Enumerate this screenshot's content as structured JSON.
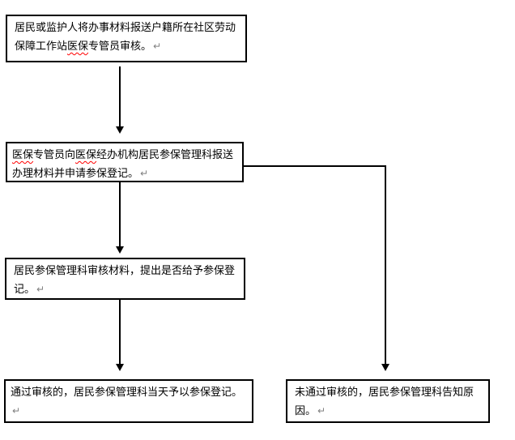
{
  "diagram": {
    "type": "flowchart",
    "language": "zh-CN",
    "background": "#ffffff",
    "colors": {
      "box_border": "#000000",
      "text": "#000000",
      "connector": "#000000",
      "spellcheck_underline": "#ff0000",
      "paragraph_mark": "#808080"
    }
  },
  "boxes": [
    {
      "id": "step-1",
      "segments": [
        {
          "text": "居民或监护人将办事材料报送户籍所在社区劳动保障工作站",
          "spellcheck": false
        },
        {
          "text": "医保",
          "spellcheck": true
        },
        {
          "text": "专管员审核。",
          "spellcheck": false
        }
      ],
      "paragraph_mark": "↵"
    },
    {
      "id": "step-2",
      "segments": [
        {
          "text": "医保",
          "spellcheck": true
        },
        {
          "text": "专管员向",
          "spellcheck": false
        },
        {
          "text": "医保",
          "spellcheck": true
        },
        {
          "text": "经办机构居民参保管理科报送办理材料并申请参保登记。",
          "spellcheck": false
        }
      ],
      "paragraph_mark": "↵"
    },
    {
      "id": "step-3",
      "segments": [
        {
          "text": "居民参保管理科审核材料，提出是否给予参保登记。",
          "spellcheck": false
        }
      ],
      "paragraph_mark": "↵"
    },
    {
      "id": "step-4",
      "segments": [
        {
          "text": "通过审核的，居民参保管理科当天予以参保登记。",
          "spellcheck": false
        }
      ],
      "paragraph_mark": "↵"
    },
    {
      "id": "step-5",
      "segments": [
        {
          "text": "未通过审核的，居民参保管理科告知原因。",
          "spellcheck": false
        }
      ],
      "paragraph_mark": "↵"
    }
  ],
  "connectors": [
    {
      "from": "step-1",
      "to": "step-2",
      "shape": "straight-down-arrow"
    },
    {
      "from": "step-2",
      "to": "step-3",
      "shape": "straight-down-arrow"
    },
    {
      "from": "step-3",
      "to": "step-4",
      "shape": "straight-down-arrow"
    },
    {
      "from": "step-2",
      "to": "step-5",
      "shape": "right-then-down-arrow"
    }
  ]
}
